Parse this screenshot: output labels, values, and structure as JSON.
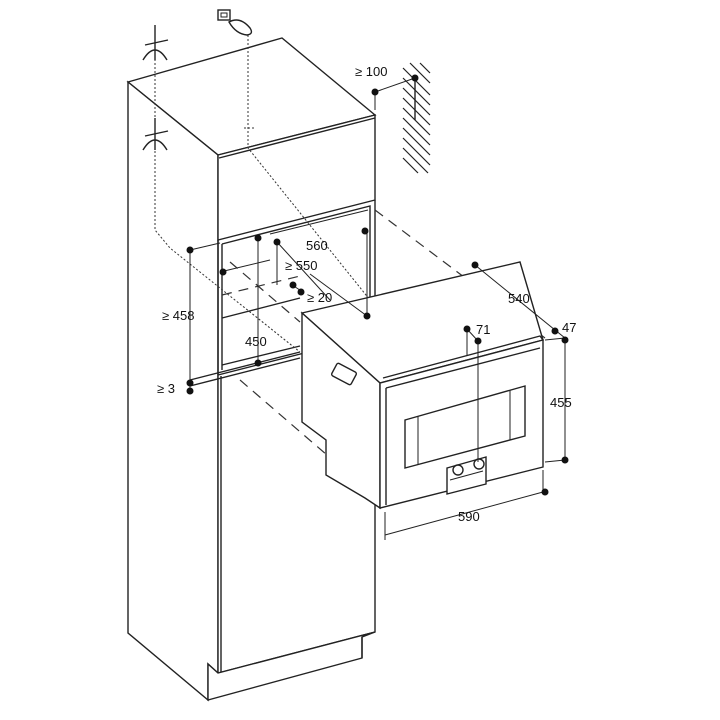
{
  "diagram": {
    "title": "Installation dimensions - built-in oven in tall cabinet",
    "labels": {
      "wall_clearance": "≥ 100",
      "niche_width": "560",
      "niche_depth": "≥ 550",
      "top_gap": "≥ 20",
      "appliance_depth": "540",
      "front_protrusion": "47",
      "control_offset": "71",
      "appliance_height": "455",
      "appliance_width": "590",
      "niche_height": "≥ 458",
      "shelf_depth": "450",
      "shelf_thickness": "≥ 3"
    }
  }
}
